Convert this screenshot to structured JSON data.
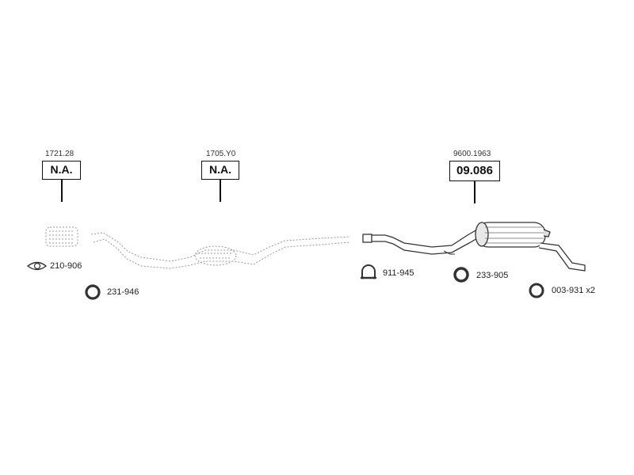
{
  "components": [
    {
      "ref": "1721.28",
      "code": "N.A."
    },
    {
      "ref": "1705.Y0",
      "code": "N.A."
    },
    {
      "ref": "9600.1963",
      "code": "09.086"
    }
  ],
  "parts": [
    {
      "label": "210-906",
      "icon": "gasket-icon"
    },
    {
      "label": "231-946",
      "icon": "ring-icon"
    },
    {
      "label": "911-945",
      "icon": "clamp-icon"
    },
    {
      "label": "233-905",
      "icon": "ring-icon"
    },
    {
      "label": "003-931 x2",
      "icon": "ring-icon"
    }
  ]
}
